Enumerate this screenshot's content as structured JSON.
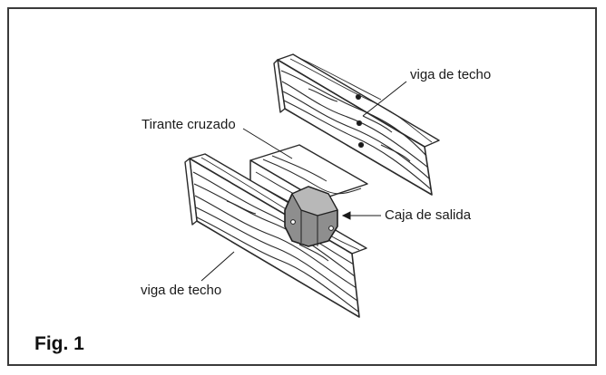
{
  "figure": {
    "caption": "Fig. 1",
    "labels": {
      "roof_joist_top": "viga de techo",
      "cross_brace": "Tirante cruzado",
      "outlet_box": "Caja de salida",
      "roof_joist_bottom": "viga de techo"
    }
  },
  "colors": {
    "frame": "#3a3a3a",
    "wood_lines": "#2a2a2a",
    "box_fill": "#8e8e8e"
  }
}
